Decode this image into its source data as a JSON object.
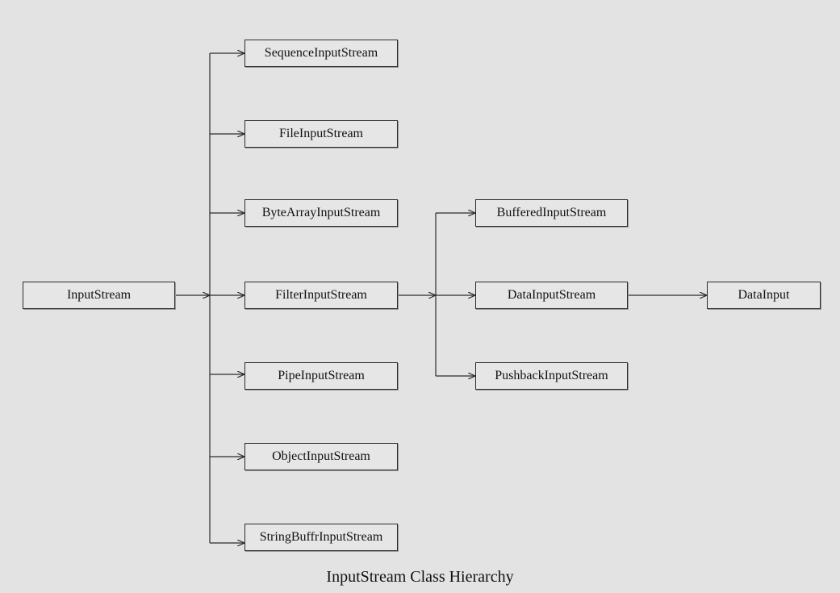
{
  "diagram": {
    "nodes": {
      "input_stream": "InputStream",
      "sequence_input_stream": "SequenceInputStream",
      "file_input_stream": "FileInputStream",
      "byte_array_input_stream": "ByteArrayInputStream",
      "filter_input_stream": "FilterInputStream",
      "pipe_input_stream": "PipeInputStream",
      "object_input_stream": "ObjectInputStream",
      "string_buffer_input_stream": "StringBuffrInputStream",
      "buffered_input_stream": "BufferedInputStream",
      "data_input_stream": "DataInputStream",
      "pushback_input_stream": "PushbackInputStream",
      "data_input": "DataInput"
    },
    "caption": "InputStream Class Hierarchy"
  },
  "colors": {
    "background": "#e3e3e3",
    "box_border": "#2b2b2b",
    "connector": "#2b2b2b",
    "text": "#111111"
  }
}
